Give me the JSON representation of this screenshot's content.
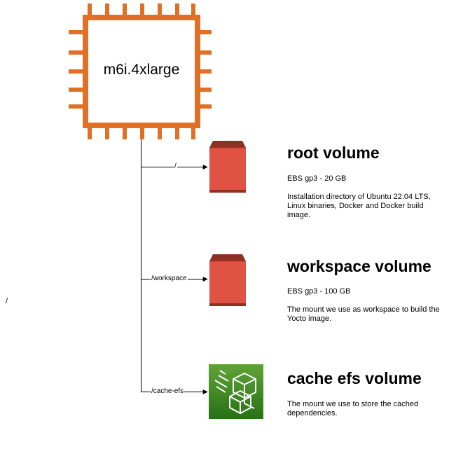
{
  "instance": {
    "type_label": "m6i.4xlarge"
  },
  "stray_label": "/",
  "volumes": [
    {
      "mount_path": "/",
      "title": "root volume",
      "storage": "EBS gp3 - 20 GB",
      "description": "Installation directory of Ubuntu 22.04 LTS, Linux binaries, Docker and Docker build image."
    },
    {
      "mount_path": "/workspace",
      "title": "workspace volume",
      "storage": "EBS gp3 - 100 GB",
      "description": "The mount we use as workspace to build the Yocto image."
    },
    {
      "mount_path": "/cache-efs",
      "title": "cache efs volume",
      "description": "The mount we use to store the cached dependencies."
    }
  ],
  "colors": {
    "instance_orange": "#e07026",
    "ebs_red": "#e05243",
    "ebs_red_dark": "#8c3123",
    "ebs_red_mid": "#c0392b",
    "efs_green_top": "#60a337",
    "efs_green_bottom": "#277116",
    "line": "#000000"
  }
}
